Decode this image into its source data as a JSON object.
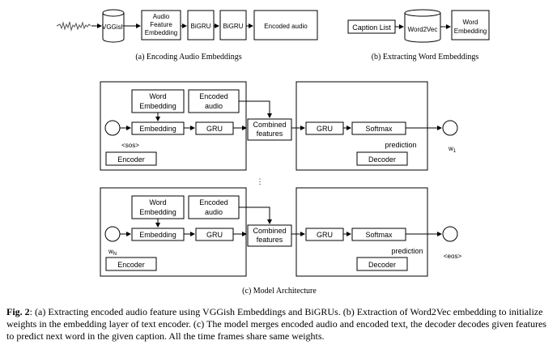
{
  "panel_a": {
    "caption": "(a) Encoding Audio Embeddings",
    "vggish": "VGGish",
    "feature_line1": "Audio",
    "feature_line2": "Feature",
    "feature_line3": "Embedding",
    "bigru1": "BiGRU",
    "bigru2": "BiGRU",
    "encoded": "Encoded audio"
  },
  "panel_b": {
    "caption": "(b) Extracting Word Embeddings",
    "caption_list": "Caption List",
    "word2vec": "Word2Vec",
    "word_line1": "Word",
    "word_line2": "Embedding"
  },
  "panel_c": {
    "caption": "(c) Model Architecture",
    "word_emb_line1": "Word",
    "word_emb_line2": "Embedding",
    "encoded_line1": "Encoded",
    "encoded_line2": "audio",
    "embedding": "Embedding",
    "gru": "GRU",
    "combined_line1": "Combined",
    "combined_line2": "features",
    "softmax": "Softmax",
    "prediction": "prediction",
    "encoder": "Encoder",
    "decoder": "Decoder",
    "sos": "<sos>",
    "eos": "<eos>",
    "w1": "w",
    "w1_sub": "1",
    "wn": "w",
    "wn_sub": "N",
    "ellipsis": "⋮"
  },
  "figure_caption": {
    "label": "Fig. 2",
    "text": ": (a) Extracting encoded audio feature using VGGish Embeddings and BiGRUs. (b) Extraction of Word2Vec embedding to initialize weights in the embedding layer of text encoder. (c) The model merges encoded audio and encoded text, the decoder decodes given features to predict next word in the given caption. All the time frames share same weights."
  }
}
